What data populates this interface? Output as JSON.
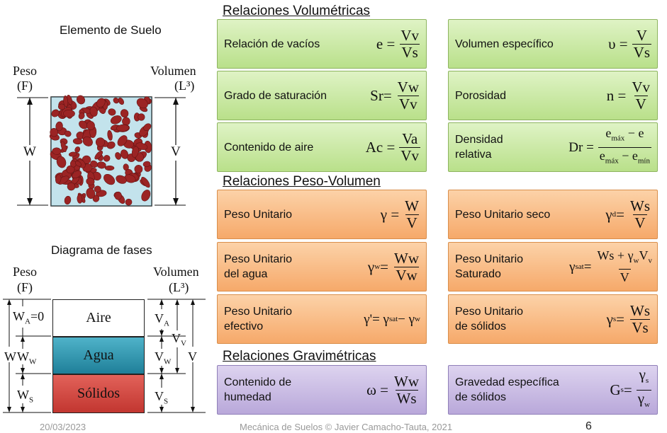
{
  "left": {
    "element_title": "Elemento de Suelo",
    "peso": "Peso",
    "peso_unit": "(F)",
    "volumen": "Volumen",
    "vol_unit": "(L³)",
    "w_label": "W",
    "v_label": "V",
    "diagram_title": "Diagrama de fases",
    "peso2": "Peso",
    "peso2_unit": "(F)",
    "volumen2": "Volumen",
    "vol2_unit": "(L³)",
    "wa": "W",
    "wa_sub": "A",
    "wa_eq": "=0",
    "ww": "W",
    "ww_sub": "W",
    "ws": "W",
    "ws_sub": "S",
    "w_total": "W",
    "va": "V",
    "va_sub": "A",
    "vv": "V",
    "vv_sub": "V",
    "vw": "V",
    "vw_sub": "W",
    "vs": "V",
    "vs_sub": "S",
    "v_total": "V",
    "phases": [
      "Aire",
      "Agua",
      "Sólidos"
    ]
  },
  "sections": {
    "volumetric": "Relaciones Volumétricas",
    "weight_volume": "Relaciones Peso-Volumen",
    "gravimetric": "Relaciones Gravimétricas"
  },
  "boxes": {
    "vacios": {
      "label": "Relación de vacíos",
      "lhs": "e =",
      "num": "Vv",
      "den": "Vs"
    },
    "especifico": {
      "label": "Volumen específico",
      "lhs": "υ =",
      "num": "V",
      "den": "Vs"
    },
    "saturacion": {
      "label": "Grado de saturación",
      "lhs": "Sr=",
      "num": "Vw",
      "den": "Vv"
    },
    "porosidad": {
      "label": "Porosidad",
      "lhs": "n =",
      "num": "Vv",
      "den": "V"
    },
    "aire": {
      "label": "Contenido de aire",
      "lhs": "Ac =",
      "num": "Va",
      "den": "Vv"
    },
    "densidad": {
      "label": "Densidad\nrelativa",
      "lhs": "Dr =",
      "num": "e",
      "num_sub": "máx",
      "num_tail": " − e",
      "den": "e",
      "den_sub": "máx",
      "den_mid": " − e",
      "den_sub2": "mín"
    },
    "pu": {
      "label": "Peso Unitario",
      "lhs": "γ =",
      "num": "W",
      "den": "V"
    },
    "pus": {
      "label": "Peso Unitario seco",
      "lhs": "γ",
      "lhs_sub": "d",
      "lhs_eq": " =",
      "num": "Ws",
      "den": "V"
    },
    "pua": {
      "label": "Peso Unitario\ndel agua",
      "lhs": "γ",
      "lhs_sub": "w",
      "lhs_eq": " =",
      "num": "Ww",
      "den": "Vw"
    },
    "pusat": {
      "label": "Peso Unitario\nSaturado",
      "lhs": "γ",
      "lhs_sub": "sat",
      "lhs_eq": " =",
      "num": "Ws + γ",
      "num_sub": "w",
      "num_tail": "V",
      "num_sub2": "v",
      "den": "V"
    },
    "pue": {
      "label": "Peso Unitario\nefectivo",
      "formula": "γ'= γ",
      "f_sub1": "sat",
      "f_mid": " − γ",
      "f_sub2": "w"
    },
    "pusol": {
      "label": "Peso Unitario\nde sólidos",
      "lhs": "γ",
      "lhs_sub": "s",
      "lhs_eq": " =",
      "num": "Ws",
      "den": "Vs"
    },
    "humedad": {
      "label": "Contenido de\n humedad",
      "lhs": "ω =",
      "num": "Ww",
      "den": "Ws"
    },
    "gravedad": {
      "label": "Gravedad específica\nde sólidos",
      "lhs": "G",
      "lhs_sub": "s",
      "lhs_eq": " =",
      "num": "γ",
      "num_sub": "s",
      "den": "γ",
      "den_sub": "w"
    }
  },
  "footer": {
    "date": "20/03/2023",
    "credit": "Mecánica de Suelos © Javier Camacho-Tauta, 2021",
    "page": "6"
  },
  "colors": {
    "green": "#b9e08a",
    "orange": "#f6a96a",
    "purple": "#b9a8da",
    "water": "#2b8fa8",
    "solids": "#d0453f",
    "grain": "#9b2424"
  }
}
